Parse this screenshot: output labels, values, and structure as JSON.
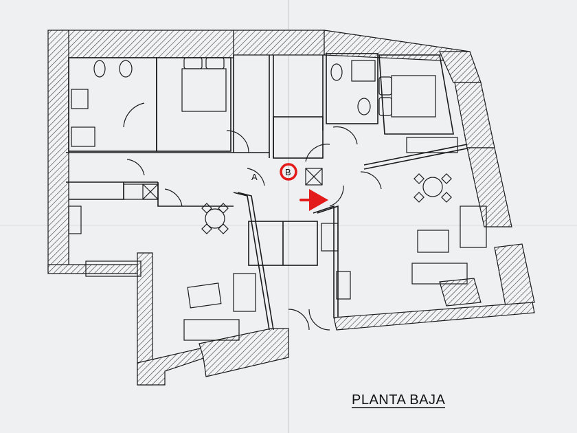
{
  "plan": {
    "title": "PLANTA BAJA",
    "point_a_label": "A",
    "point_b_label": "B"
  },
  "colors": {
    "paper": "#eef0f1",
    "ink": "#1a1a1a",
    "hatch": "#3a3a3a",
    "marker": "#e31b1b"
  }
}
